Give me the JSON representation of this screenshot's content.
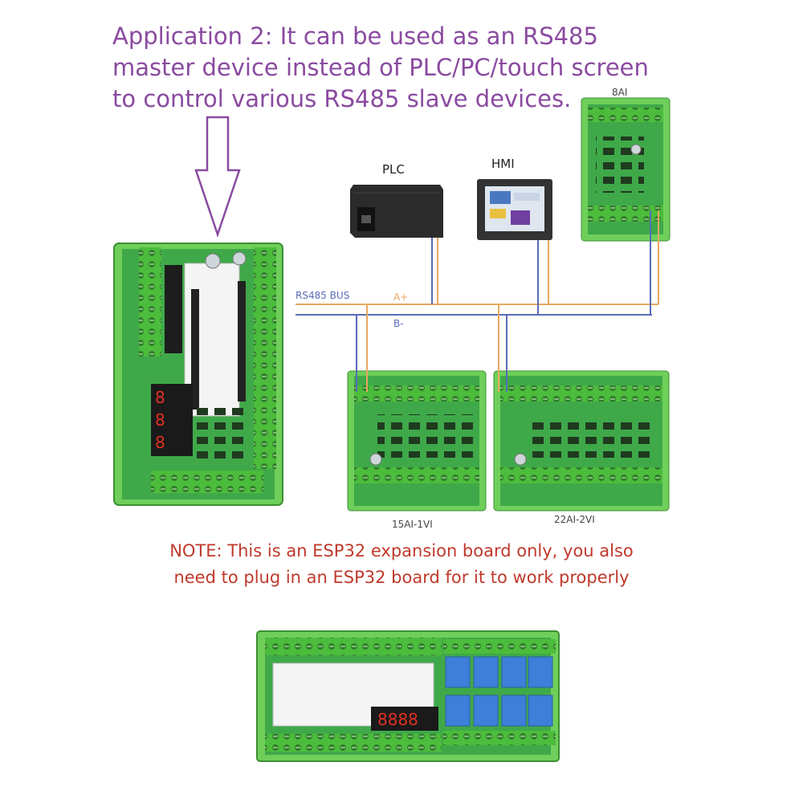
{
  "headline": {
    "line1": "Application 2: It can be used as an RS485",
    "line2": "master device instead of PLC/PC/touch screen",
    "line3": "to control various RS485 slave devices."
  },
  "devices": {
    "plc": "PLC",
    "hmi": "HMI",
    "ai8": "8AI",
    "ai15": "15AI-1VI",
    "ai22": "22AI-2VI"
  },
  "bus": {
    "name": "RS485 BUS",
    "a_plus": "A+",
    "b_minus": "B-"
  },
  "note": {
    "line1": "NOTE: This is an ESP32 expansion board only, you also",
    "line2": "need to plug in an ESP32 board for it to work properly"
  },
  "colors": {
    "headline": "#8a4aa0",
    "note": "#c0392b",
    "a_wire": "#e8a860",
    "b_wire": "#5a6cb8",
    "board_green": "#3fa94a",
    "rail_green": "#6fcf5a",
    "relay_blue": "#3d7fd9"
  }
}
